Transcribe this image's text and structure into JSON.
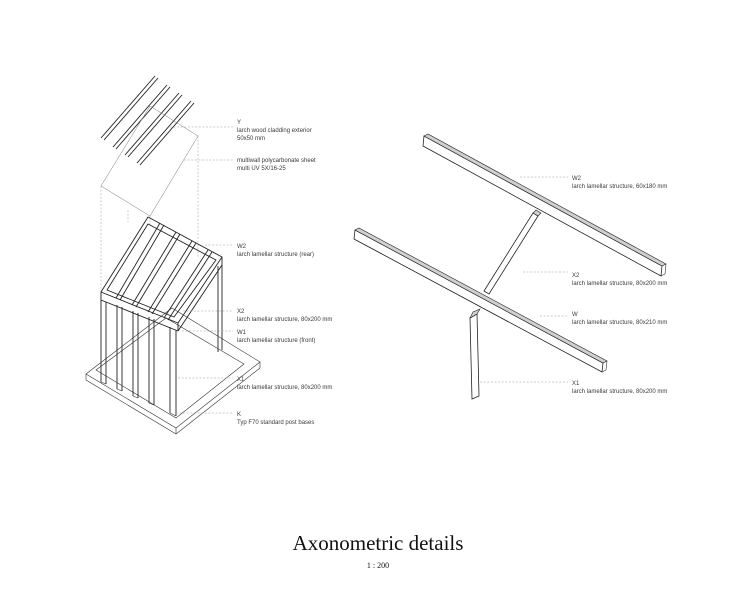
{
  "title": "Axonometric details",
  "scale": "1 : 200",
  "left_labels": [
    {
      "id": "Y",
      "lines": [
        "Y",
        "larch wood cladding exterior",
        "50x50 mm"
      ]
    },
    {
      "id": "polycarbonate",
      "lines": [
        "multiwall polycarbonate sheet",
        "multi UV 5X/16-25"
      ]
    },
    {
      "id": "W2",
      "lines": [
        "W2",
        "larch lamellar structure (rear)"
      ]
    },
    {
      "id": "X2",
      "lines": [
        "X2",
        "larch lamellar structure, 80x200 mm"
      ]
    },
    {
      "id": "W1",
      "lines": [
        "W1",
        "larch lamellar structure (front)"
      ]
    },
    {
      "id": "X1",
      "lines": [
        "X1",
        "larch lamellar structure, 80x200 mm"
      ]
    },
    {
      "id": "K",
      "lines": [
        "K",
        "Typ F70 standard post bases"
      ]
    }
  ],
  "right_labels": [
    {
      "id": "W2",
      "lines": [
        "W2",
        "larch lamellar structure, 60x180 mm"
      ]
    },
    {
      "id": "X2",
      "lines": [
        "X2",
        "larch lamellar structure, 80x200 mm"
      ]
    },
    {
      "id": "W",
      "lines": [
        "W",
        "larch lamellar structure, 80x210 mm"
      ]
    },
    {
      "id": "X1",
      "lines": [
        "X1",
        "larch lamellar structure, 80x200 mm"
      ]
    }
  ]
}
